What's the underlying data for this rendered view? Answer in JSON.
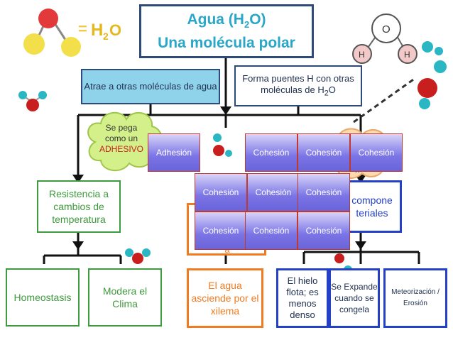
{
  "title": {
    "line1": "Agua (H",
    "sub": "2",
    "line1_end": "O)",
    "line2": "Una molécula polar"
  },
  "boxes": {
    "attract": "Atrae a otras moléculas de agua",
    "hbonds": "Forma puentes H con otras moléculas de H",
    "hbonds_sub": "2",
    "hbonds_end": "O",
    "resist": "Resistencia a cambios de temperatura",
    "homeo": "Homeostasis",
    "clima": "Modera el Clima",
    "xylem": "El agua asciende por el xilema",
    "orange_char": "a",
    "hielo": "El hielo flota; es menos denso",
    "expande": "Se Expande cuando se congela",
    "meteor": "Meteorización / Erosión",
    "descomp": "compone teriales"
  },
  "cloud_left": {
    "line1": "Se pega",
    "line2": "como un",
    "line3": "ADHESIVO"
  },
  "cloud_right": {
    "text": "n"
  },
  "labels": {
    "adhesion": "Adhesión",
    "cohesion": "Cohesión"
  },
  "molecule_h2o_label": {
    "prefix": "=",
    "h": "H",
    "sub": "2",
    "o": "O"
  },
  "atom_labels": {
    "o": "O",
    "h1": "H",
    "h2": "H"
  },
  "colors": {
    "title_text": "#2aa6c8",
    "title_border": "#2e4a78",
    "green": "#3e9a3e",
    "orange": "#f07b21",
    "blue": "#2340c7",
    "label_red_border": "#c0392b"
  }
}
